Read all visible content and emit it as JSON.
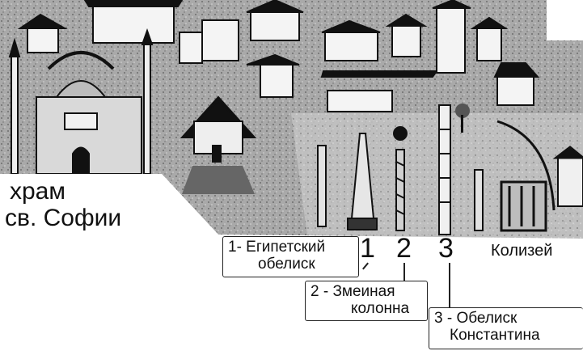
{
  "image": {
    "description": "Annotated black-and-white engraving of a city view with monuments",
    "colors": {
      "paper": "#ffffff",
      "ink": "#111111",
      "mid_gray": "#9a9a9a",
      "light_gray": "#c8c8c8"
    }
  },
  "labels": {
    "hagia_sophia_line1": "храм",
    "hagia_sophia_line2": "св. Софии",
    "colosseum": "Колизей"
  },
  "markers": [
    {
      "number": "1",
      "callout_line1": "1- Египетский",
      "callout_line2": "обелиск"
    },
    {
      "number": "2",
      "callout_line1": "2 - Змеиная",
      "callout_line2": "колонна"
    },
    {
      "number": "3",
      "callout_line1": "3 - Обелиск",
      "callout_line2": "Константина"
    }
  ]
}
